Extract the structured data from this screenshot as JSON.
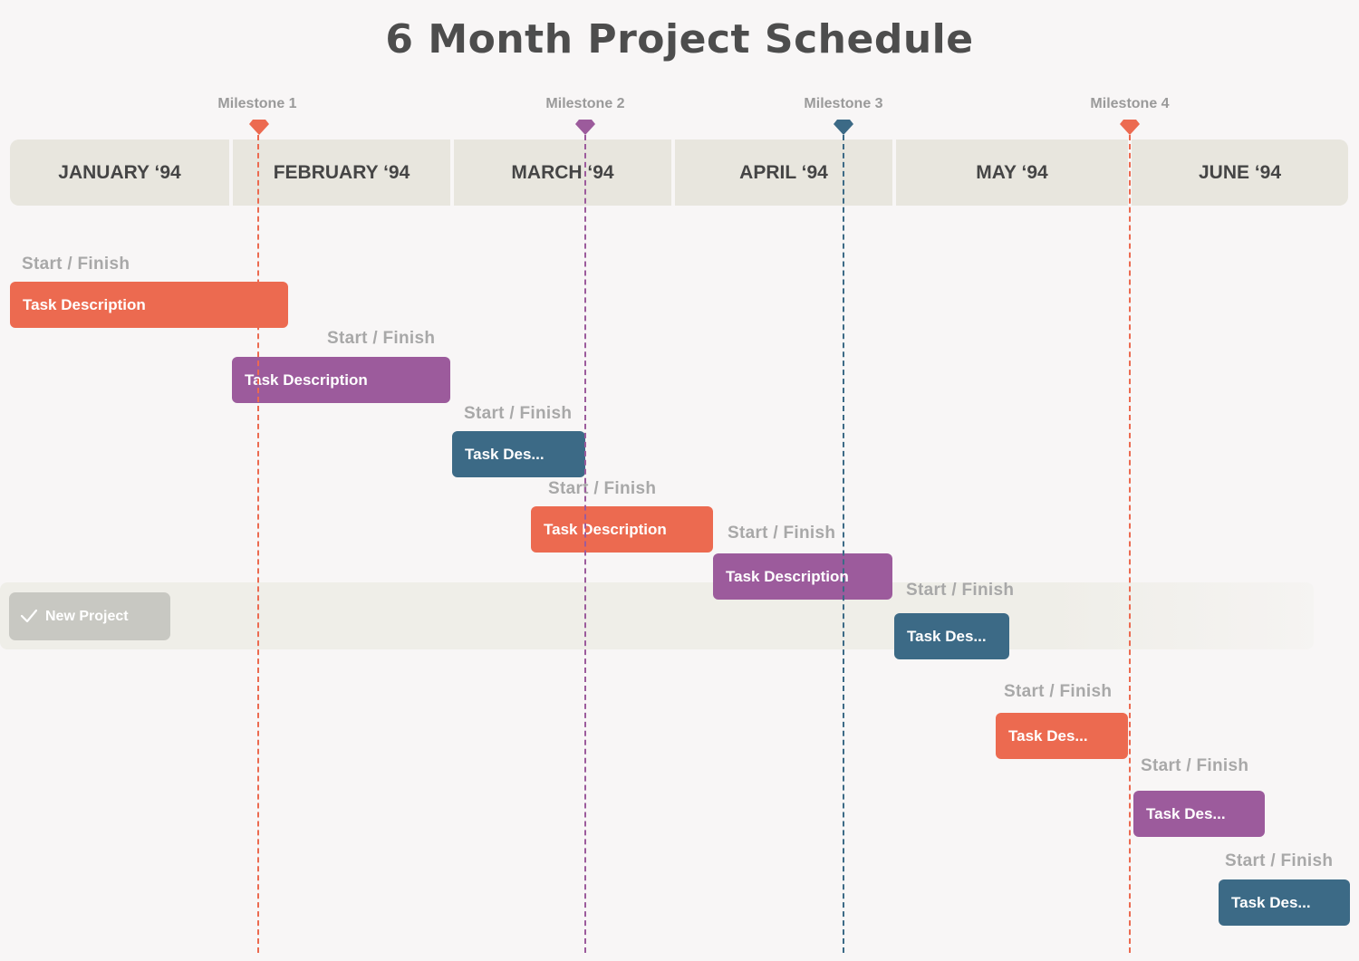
{
  "title": "6 Month Project Schedule",
  "colors": {
    "coral": "#ec6a50",
    "purple": "#9c5b9c",
    "teal": "#3c6a86",
    "header_bg": "#e8e6de",
    "page_bg": "#f8f6f6"
  },
  "months": [
    "JANUARY ‘94",
    "FEBRUARY ‘94",
    "MARCH ‘94",
    "APRIL ‘94",
    "MAY ‘94",
    "JUNE ‘94"
  ],
  "milestones": [
    {
      "label": "Milestone 1",
      "color": "#ec6a50"
    },
    {
      "label": "Milestone 2",
      "color": "#9c5b9c"
    },
    {
      "label": "Milestone 3",
      "color": "#3c6a86"
    },
    {
      "label": "Milestone 4",
      "color": "#ec6a50"
    }
  ],
  "new_project": {
    "label": "New Project",
    "icon": "check-icon"
  },
  "tasks": [
    {
      "label": "Task Description",
      "dates": "Start / Finish",
      "color": "#ec6a50"
    },
    {
      "label": "Task Description",
      "dates": "Start / Finish",
      "color": "#9c5b9c"
    },
    {
      "label": "Task Des...",
      "dates": "Start / Finish",
      "color": "#3c6a86"
    },
    {
      "label": "Task Description",
      "dates": "Start / Finish",
      "color": "#ec6a50"
    },
    {
      "label": "Task Description",
      "dates": "Start / Finish",
      "color": "#9c5b9c"
    },
    {
      "label": "Task Des...",
      "dates": "Start / Finish",
      "color": "#3c6a86"
    },
    {
      "label": "Task Des...",
      "dates": "Start / Finish",
      "color": "#ec6a50"
    },
    {
      "label": "Task Des...",
      "dates": "Start / Finish",
      "color": "#9c5b9c"
    },
    {
      "label": "Task Des...",
      "dates": "Start / Finish",
      "color": "#3c6a86"
    }
  ]
}
